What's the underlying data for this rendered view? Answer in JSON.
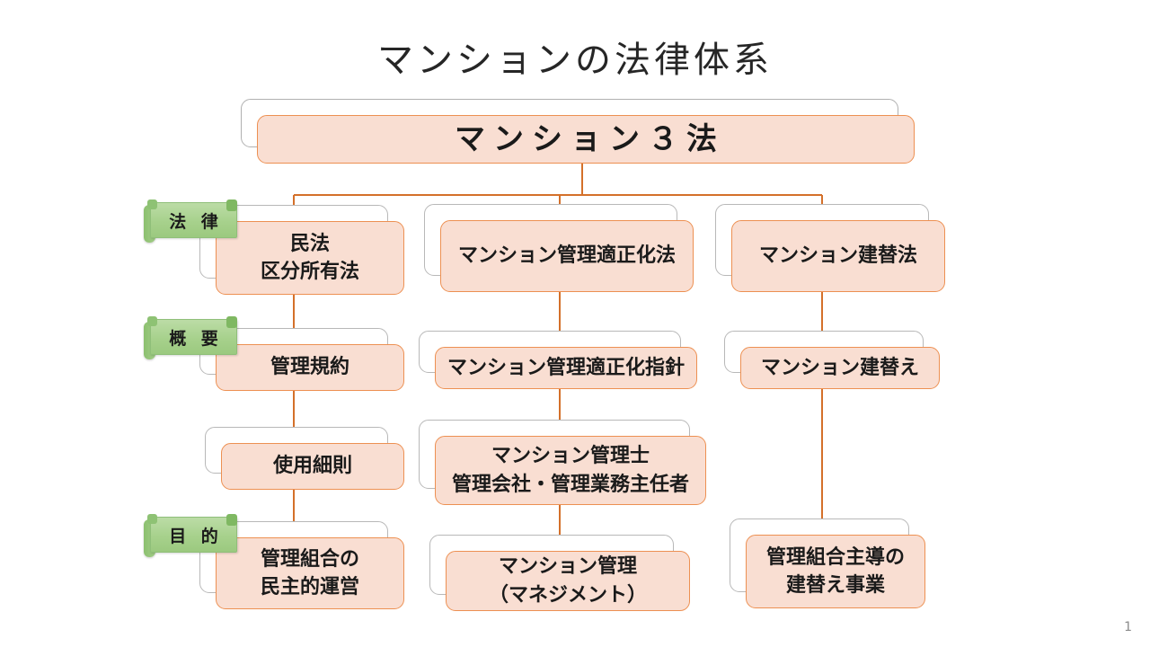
{
  "slide": {
    "title": "マンションの法律体系",
    "page_number": "1",
    "background_color": "#ffffff"
  },
  "colors": {
    "node_fill": "#f9ded2",
    "node_border": "#ed9052",
    "node_back_border": "#b8b8b8",
    "connector": "#d4702a",
    "banner_fill": "#a7d18c",
    "banner_tab": "#7fb862",
    "text": "#1a1a1a",
    "title_text": "#262626"
  },
  "row_labels": [
    {
      "id": "law",
      "text": "法 律"
    },
    {
      "id": "outline",
      "text": "概 要"
    },
    {
      "id": "purpose",
      "text": "目 的"
    }
  ],
  "root": {
    "id": "mansion-3-ho",
    "lines": [
      "マンション３法"
    ]
  },
  "columns": [
    {
      "id": "column-civil-law",
      "nodes": [
        {
          "id": "minpo-kubun",
          "lines": [
            "民法",
            "区分所有法"
          ]
        },
        {
          "id": "kanri-kiyaku",
          "lines": [
            "管理規約"
          ]
        },
        {
          "id": "shiyou-saisoku",
          "lines": [
            "使用細則"
          ]
        },
        {
          "id": "minshuteki-unei",
          "lines": [
            "管理組合の",
            "民主的運営"
          ]
        }
      ]
    },
    {
      "id": "column-management-law",
      "nodes": [
        {
          "id": "tekiseika-ho",
          "lines": [
            "マンション管理適正化法"
          ]
        },
        {
          "id": "tekiseika-shishin",
          "lines": [
            "マンション管理適正化指針"
          ]
        },
        {
          "id": "kanrishi-kaisha",
          "lines": [
            "マンション管理士",
            "管理会社・管理業務主任者"
          ]
        },
        {
          "id": "mansion-kanri",
          "lines": [
            "マンション管理",
            "（マネジメント）"
          ]
        }
      ]
    },
    {
      "id": "column-rebuild-law",
      "nodes": [
        {
          "id": "tatekae-ho",
          "lines": [
            "マンション建替法"
          ]
        },
        {
          "id": "tatekae",
          "lines": [
            "マンション建替え"
          ]
        },
        {
          "id": "tatekae-jigyo",
          "lines": [
            "管理組合主導の",
            "建替え事業"
          ]
        }
      ]
    }
  ]
}
